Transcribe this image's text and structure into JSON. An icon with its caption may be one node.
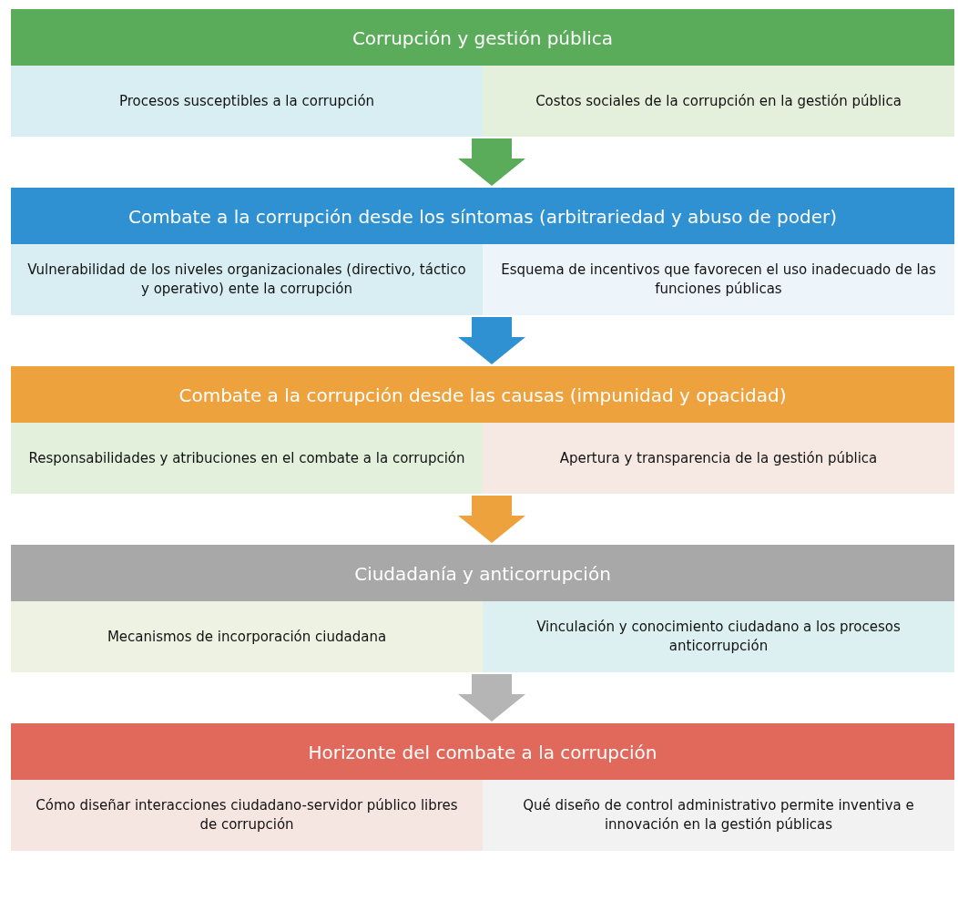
{
  "diagram": {
    "nodes": [
      {
        "text": [
          "Corrupción y gestión pública"
        ]
      },
      {
        "text": [
          "Procesos susceptibles a la corrupción"
        ],
        "in": 0
      },
      {
        "text": [
          "Costos sociales de la corrupción en la gestión pública"
        ],
        "in": 0
      },
      {
        "text": [
          "Combate a la corrupción desde los síntomas (arbitrariedad y abuso de poder)"
        ]
      },
      {
        "text": [
          "Vulnerabilidad de los niveles organizacionales (directivo, táctico y operativo) ente la corrupción"
        ],
        "in": 3
      },
      {
        "text": [
          "Esquema de incentivos que favorecen el uso inadecuado de las funciones públicas"
        ],
        "in": 3
      },
      {
        "text": [
          "Combate a la corrupción desde las causas (impunidad y opacidad)"
        ]
      },
      {
        "text": [
          "Responsabilidades y atribuciones en el combate a la corrupción"
        ],
        "in": 6
      },
      {
        "text": [
          "Apertura y transparencia de la gestión pública"
        ],
        "in": 6
      },
      {
        "text": [
          "Ciudadanía y anticorrupción"
        ]
      },
      {
        "text": [
          "Mecanismos de incorporación ciudadana"
        ],
        "in": 9
      },
      {
        "text": [
          "Vinculación y conocimiento ciudadano a los procesos anticorrupción"
        ],
        "in": 9
      },
      {
        "text": [
          "Horizonte del combate a la corrupción"
        ]
      },
      {
        "text": [
          "Cómo diseñar interacciones ciudadano-servidor público libres de corrupción"
        ],
        "in": 12
      },
      {
        "text": [
          "Qué diseño de control administrativo permite inventiva e innovación en la gestión públicas"
        ],
        "in": 12
      }
    ],
    "edges": [
      {
        "from": 0,
        "to": 3,
        "arrow": "to",
        "color": "#5aab5a"
      },
      {
        "from": 3,
        "to": 6,
        "arrow": "to",
        "color": "#2f91d2"
      },
      {
        "from": 6,
        "to": 9,
        "arrow": "to",
        "color": "#eea23e"
      },
      {
        "from": 9,
        "to": 12,
        "arrow": "to",
        "color": "#b5b5b5"
      }
    ]
  }
}
